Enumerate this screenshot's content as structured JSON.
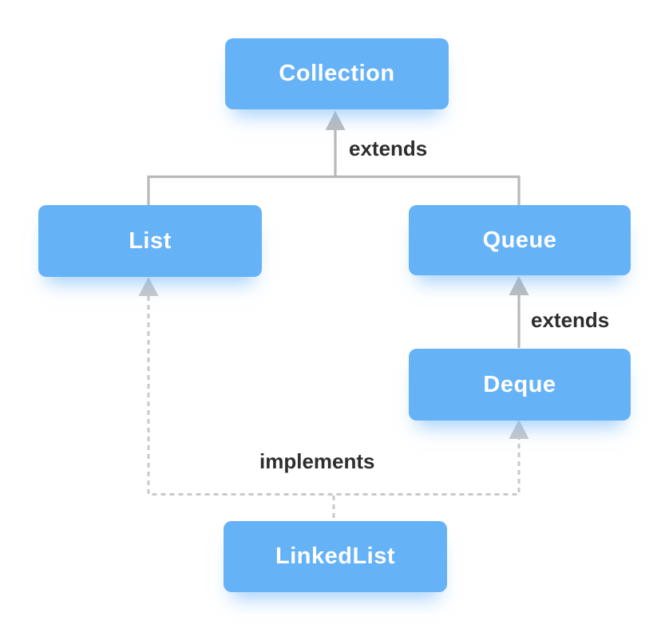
{
  "diagram": {
    "type": "class-hierarchy",
    "nodes": [
      {
        "id": "collection",
        "label": "Collection"
      },
      {
        "id": "list",
        "label": "List"
      },
      {
        "id": "queue",
        "label": "Queue"
      },
      {
        "id": "deque",
        "label": "Deque"
      },
      {
        "id": "linkedlist",
        "label": "LinkedList"
      }
    ],
    "edges": [
      {
        "from": "list",
        "to": "collection",
        "relation": "extends",
        "line_style": "solid"
      },
      {
        "from": "queue",
        "to": "collection",
        "relation": "extends",
        "line_style": "solid"
      },
      {
        "from": "deque",
        "to": "queue",
        "relation": "extends",
        "line_style": "solid"
      },
      {
        "from": "linkedlist",
        "to": "list",
        "relation": "implements",
        "line_style": "dashed"
      },
      {
        "from": "linkedlist",
        "to": "deque",
        "relation": "implements",
        "line_style": "dashed"
      }
    ],
    "labels": {
      "extends_top": "extends",
      "extends_deque": "extends",
      "implements": "implements"
    },
    "colors": {
      "node_fill": "#66b2f7",
      "node_text": "#ffffff",
      "solid_line": "#b9b9b9",
      "dashed_line": "#c9c9c9",
      "label_text": "#2e2e2e",
      "background": "#ffffff"
    }
  }
}
